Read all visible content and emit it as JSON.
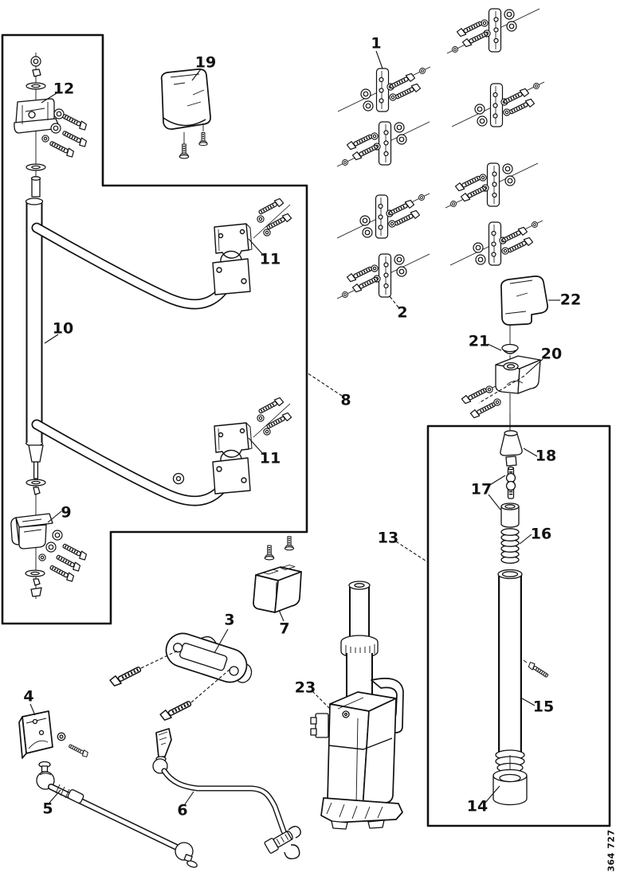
{
  "document": {
    "drawing_number": "364 727",
    "colors": {
      "background": "#ffffff",
      "line": "#111111"
    }
  },
  "callouts": [
    {
      "text": "1"
    },
    {
      "text": "2"
    },
    {
      "text": "3"
    },
    {
      "text": "4"
    },
    {
      "text": "5"
    },
    {
      "text": "6"
    },
    {
      "text": "7"
    },
    {
      "text": "8"
    },
    {
      "text": "9"
    },
    {
      "text": "10"
    },
    {
      "text": "11"
    },
    {
      "text": "11"
    },
    {
      "text": "12"
    },
    {
      "text": "13"
    },
    {
      "text": "14"
    },
    {
      "text": "15"
    },
    {
      "text": "16"
    },
    {
      "text": "17"
    },
    {
      "text": "18"
    },
    {
      "text": "19"
    },
    {
      "text": "20"
    },
    {
      "text": "21"
    },
    {
      "text": "22"
    },
    {
      "text": "23"
    }
  ]
}
